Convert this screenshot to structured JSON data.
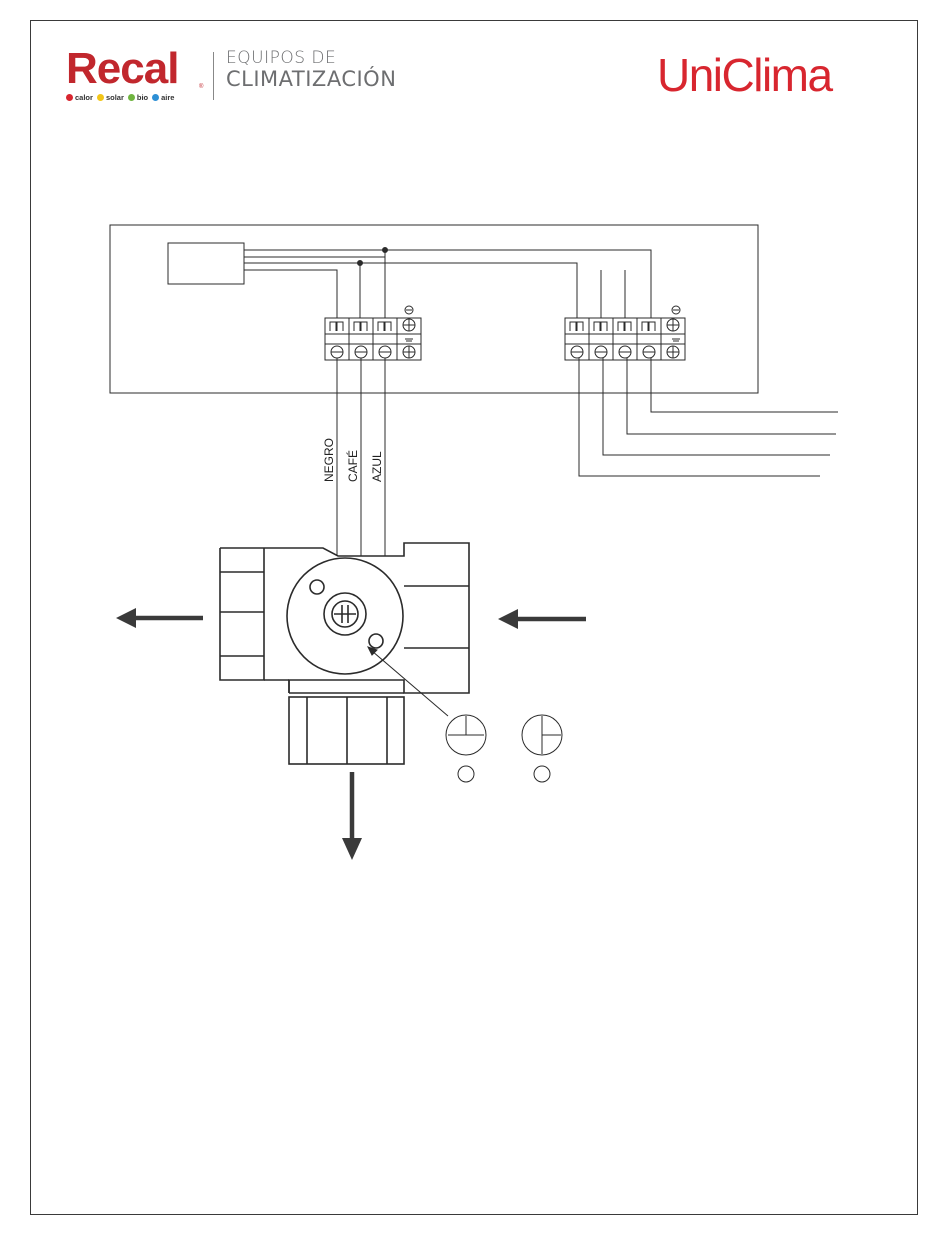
{
  "header": {
    "recal_brand": "Recal",
    "recal_reg": "®",
    "recal_tags": [
      {
        "label": "calor",
        "color": "#d8262f"
      },
      {
        "label": "solar",
        "color": "#f2c518"
      },
      {
        "label": "bio",
        "color": "#6fb43f"
      },
      {
        "label": "aire",
        "color": "#2d8fd5"
      }
    ],
    "equipos_line1": "EQUIPOS DE",
    "equipos_line2": "CLIMATIZACIÓN",
    "uniclima_brand": "UniClima"
  },
  "diagram": {
    "wire_labels": {
      "black": "NEGRO",
      "brown": "CAFÉ",
      "blue": "AZUL"
    },
    "colors": {
      "line": "#2b2b2b",
      "arrow": "#3a3a3a",
      "brand_red": "#c1272d"
    }
  }
}
